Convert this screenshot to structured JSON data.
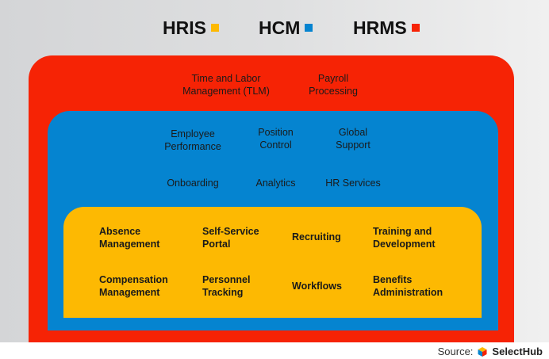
{
  "legend": [
    {
      "label": "HRIS",
      "color": "#fdb902"
    },
    {
      "label": "HCM",
      "color": "#0584d0"
    },
    {
      "label": "HRMS",
      "color": "#f62305"
    }
  ],
  "hrms_layer": {
    "color": "#f62305",
    "items": [
      "Time and Labor\nManagement (TLM)",
      "Payroll\nProcessing"
    ]
  },
  "hcm_layer": {
    "color": "#0584d0",
    "items": [
      "Employee\nPerformance",
      "Position\nControl",
      "Global\nSupport",
      "Onboarding",
      "Analytics",
      "HR Services"
    ]
  },
  "hris_layer": {
    "color": "#fdb902",
    "items": [
      "Absence\nManagement",
      "Self-Service\nPortal",
      "Recruiting",
      "Training and\nDevelopment",
      "Compensation\nManagement",
      "Personnel\nTracking",
      "Workflows",
      "Benefits\nAdministration"
    ]
  },
  "footer": {
    "source_label": "Source:",
    "brand": "SelectHub",
    "logo_icon": "selecthub-logo-icon"
  }
}
